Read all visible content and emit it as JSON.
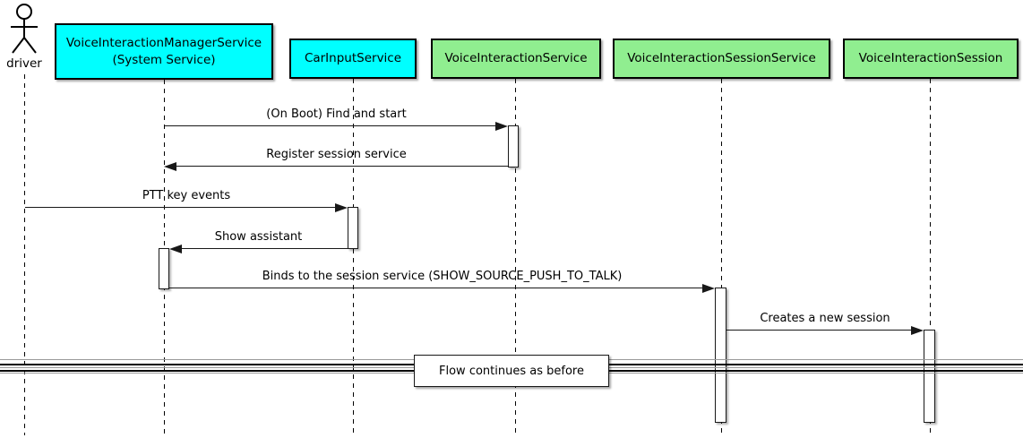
{
  "actor": {
    "label": "driver"
  },
  "participants": [
    {
      "name": "VoiceInteractionManagerService (System Service)",
      "line1": "VoiceInteractionManagerService",
      "line2": "(System Service)",
      "fill_key": "participant_cyan"
    },
    {
      "name": "CarInputService",
      "label": "CarInputService",
      "fill_key": "participant_cyan"
    },
    {
      "name": "VoiceInteractionService",
      "label": "VoiceInteractionService",
      "fill_key": "participant_green"
    },
    {
      "name": "VoiceInteractionSessionService",
      "label": "VoiceInteractionSessionService",
      "fill_key": "participant_green"
    },
    {
      "name": "VoiceInteractionSession",
      "label": "VoiceInteractionSession",
      "fill_key": "participant_green"
    }
  ],
  "messages": [
    {
      "label": "(On Boot) Find and start",
      "from": "VoiceInteractionManagerService",
      "to": "VoiceInteractionService",
      "direction": "right"
    },
    {
      "label": "Register session service",
      "from": "VoiceInteractionService",
      "to": "VoiceInteractionManagerService",
      "direction": "left"
    },
    {
      "label": "PTT key events",
      "from": "driver",
      "to": "CarInputService",
      "direction": "right"
    },
    {
      "label": "Show assistant",
      "from": "CarInputService",
      "to": "VoiceInteractionManagerService",
      "direction": "left"
    },
    {
      "label": "Binds to the session service (SHOW_SOURCE_PUSH_TO_TALK)",
      "from": "VoiceInteractionManagerService",
      "to": "VoiceInteractionSessionService",
      "direction": "right"
    },
    {
      "label": "Creates a new session",
      "from": "VoiceInteractionSessionService",
      "to": "VoiceInteractionSession",
      "direction": "right"
    }
  ],
  "divider": {
    "label": "Flow continues as before"
  },
  "colors": {
    "participant_cyan": "#00FFFF",
    "participant_green": "#90EE90",
    "line": "#000000",
    "background": "#FFFFFF"
  }
}
